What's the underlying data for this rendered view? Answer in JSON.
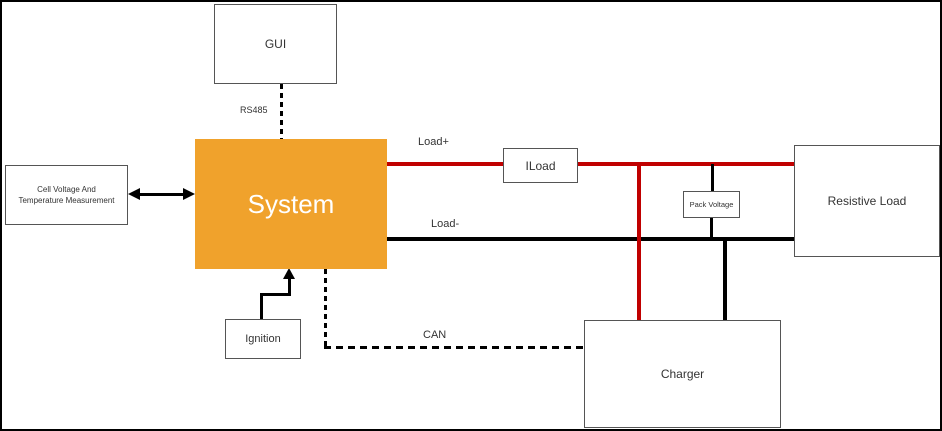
{
  "colors": {
    "system_fill": "#F0A22C",
    "wire_red": "#C00000",
    "wire_black": "#000000"
  },
  "nodes": {
    "gui": {
      "label": "GUI"
    },
    "system": {
      "label": "System"
    },
    "cell_measurement": {
      "label": "Cell Voltage And Temperature Measurement"
    },
    "ignition": {
      "label": "Ignition"
    },
    "iload": {
      "label": "ILoad"
    },
    "pack_voltage": {
      "label": "Pack Voltage"
    },
    "resistive_load": {
      "label": "Resistive Load"
    },
    "charger": {
      "label": "Charger"
    }
  },
  "edges": {
    "rs485": {
      "label": "RS485",
      "style": "dashed"
    },
    "can": {
      "label": "CAN",
      "style": "dashed"
    },
    "load_plus": {
      "label": "Load+",
      "color": "#C00000"
    },
    "load_minus": {
      "label": "Load-",
      "color": "#000000"
    }
  }
}
